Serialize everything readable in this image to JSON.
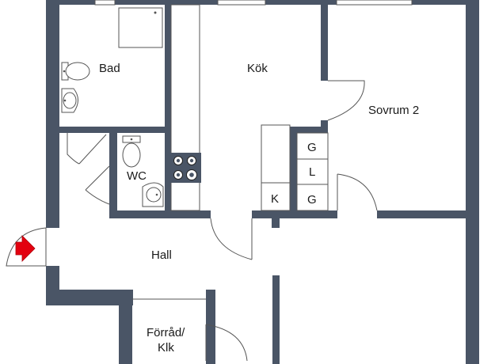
{
  "rooms": {
    "bad": "Bad",
    "kok": "Kök",
    "sovrum2": "Sovrum 2",
    "wc": "WC",
    "hall": "Hall",
    "forrad_line1": "Förråd/",
    "forrad_line2": "Klk"
  },
  "fixtures": {
    "cabinet_g_top": "G",
    "cabinet_l": "L",
    "cabinet_g_bottom": "G",
    "cabinet_k": "K"
  },
  "colors": {
    "wall": "#4a5566",
    "entrance_arrow": "#e3000f"
  },
  "icons": {
    "entrance": "entrance-arrow-icon",
    "stove": "stove-icon",
    "toilet": "toilet-icon",
    "sink": "sink-icon"
  }
}
